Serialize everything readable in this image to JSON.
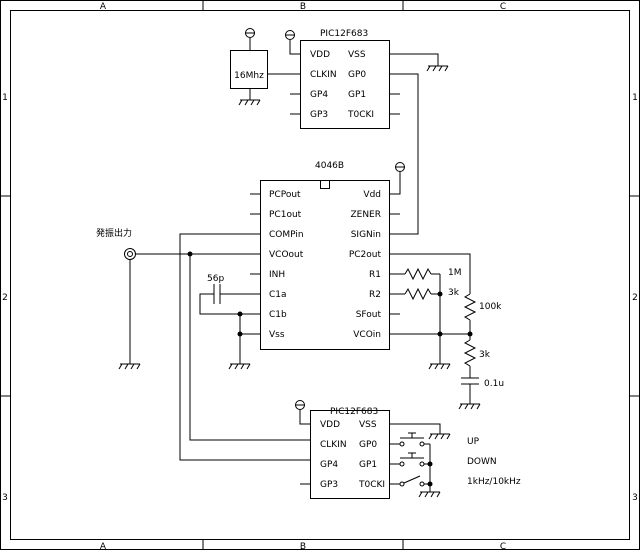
{
  "frame": {
    "cols_top": [
      "A",
      "B",
      "C"
    ],
    "cols_bottom": [
      "A",
      "B",
      "C"
    ],
    "rows_left": [
      "1",
      "2",
      "3"
    ],
    "rows_right": [
      "1",
      "2",
      "3"
    ]
  },
  "ic_top": {
    "title": "PIC12F683",
    "left_pins": [
      "VDD",
      "CLKIN",
      "GP4",
      "GP3"
    ],
    "right_pins": [
      "VSS",
      "GP0",
      "GP1",
      "T0CKI"
    ]
  },
  "crystal": {
    "label": "16Mhz"
  },
  "ic_pll": {
    "title": "4046B",
    "left_pins": [
      "PCPout",
      "PC1out",
      "COMPin",
      "VCOout",
      "INH",
      "C1a",
      "C1b",
      "Vss"
    ],
    "right_pins": [
      "Vdd",
      "ZENER",
      "SIGNin",
      "PC2out",
      "R1",
      "R2",
      "SFout",
      "VCOin"
    ]
  },
  "ic_bottom": {
    "title": "PIC12F683",
    "left_pins": [
      "VDD",
      "CLKIN",
      "GP4",
      "GP3"
    ],
    "right_pins": [
      "VSS",
      "GP0",
      "GP1",
      "T0CKI"
    ]
  },
  "components": {
    "c1_label": "56p",
    "r1_label": "1M",
    "r2_label": "3k",
    "r3_label": "100k",
    "r4_label": "3k",
    "c2_label": "0.1u",
    "output_label": "発振出力"
  },
  "switches": [
    "UP",
    "DOWN",
    "1kHz/10kHz"
  ]
}
